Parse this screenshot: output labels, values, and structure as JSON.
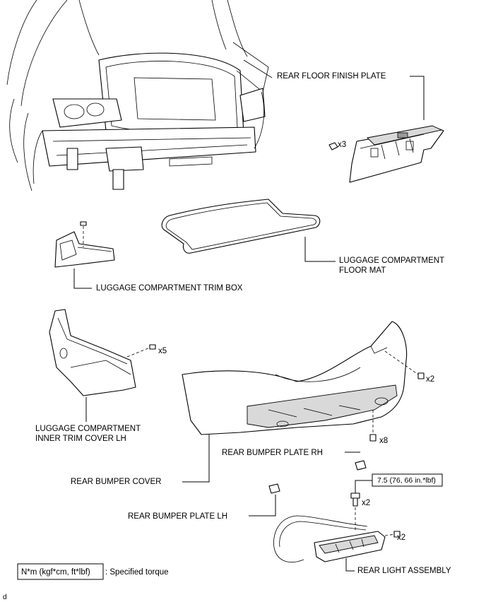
{
  "labels": {
    "rear_floor_finish_plate": "REAR FLOOR FINISH PLATE",
    "luggage_mat_line1": "LUGGAGE COMPARTMENT",
    "luggage_mat_line2": "FLOOR MAT",
    "trim_box": "LUGGAGE COMPARTMENT TRIM BOX",
    "inner_trim_line1": "LUGGAGE COMPARTMENT",
    "inner_trim_line2": "INNER TRIM COVER LH",
    "rear_bumper_cover": "REAR BUMPER COVER",
    "bumper_plate_rh": "REAR BUMPER PLATE RH",
    "bumper_plate_lh": "REAR BUMPER PLATE LH",
    "rear_light_assembly": "REAR LIGHT ASSEMBLY"
  },
  "quantities": {
    "floor_plate_clips": "x3",
    "inner_trim_clips": "x5",
    "bumper_side_screw": "x2",
    "bumper_lower_clips": "x8",
    "light_bolts": "x2",
    "light_screws": "x2"
  },
  "torque_spec": "7.5 (76, 66 in.*lbf)",
  "legend": {
    "box_text": "N*m (kgf*cm, ft*lbf)",
    "description": ": Specified torque"
  },
  "corner_mark": "d"
}
